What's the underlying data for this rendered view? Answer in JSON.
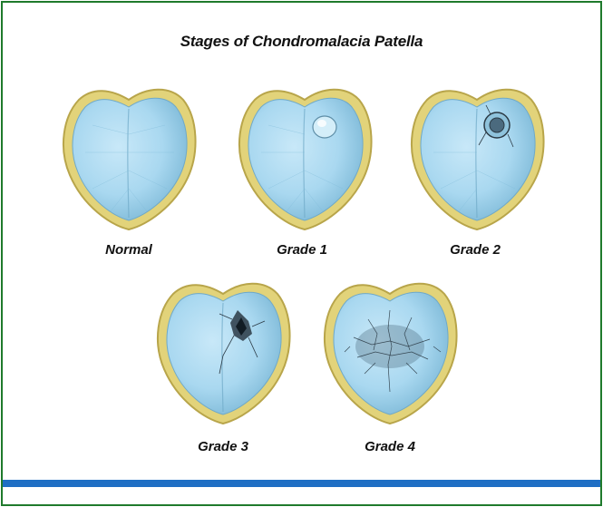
{
  "title": "Stages of Chondromalacia Patella",
  "stages": [
    {
      "label": "Normal",
      "lesion": "none"
    },
    {
      "label": "Grade 1",
      "lesion": "smooth-bump"
    },
    {
      "label": "Grade 2",
      "lesion": "cratered-blister"
    },
    {
      "label": "Grade 3",
      "lesion": "deep-fissure"
    },
    {
      "label": "Grade 4",
      "lesion": "widespread-cracking"
    }
  ],
  "colors": {
    "frame_border": "#1f7a2c",
    "bottom_bar": "#1f6fc4",
    "cartilage": "#a9d8f0",
    "cartilage_shadow": "#7fbad8",
    "bone_rim": "#e2d37a",
    "bone_rim_dark": "#b8a54a",
    "lesion_dark": "#2b3a45"
  }
}
